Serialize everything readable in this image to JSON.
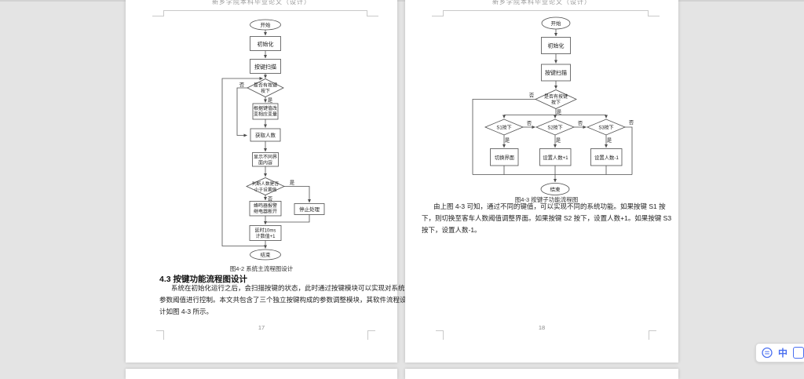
{
  "viewer": {
    "background": "#e4e4e4",
    "accent_blue": "#4a6ff0",
    "translator_toolbar": {
      "lang_label": "中"
    }
  },
  "page_left": {
    "header": "新乡学院本科毕业论文（设计）",
    "figure_caption": "图4-2 系统主流程图设计",
    "section_heading": "4.3 按键功能流程图设计",
    "paragraph_lines": [
      "系统在初始化运行之后，会扫描按键的状态，此时通过按键模块可以实现对系统",
      "参数阈值进行控制。本文共包含了三个独立按键构成的参数调整模块，其软件流程设",
      "计如图 4-3 所示。"
    ],
    "page_number": "17"
  },
  "page_right": {
    "header": "新乡学院本科毕业论文（设计）",
    "figure_caption": "图4-3 按键子功能流程图",
    "paragraph_lines": [
      "由上图 4-3 可知，通过不同的键值，可以实现不同的系统功能。如果按键 S1 按",
      "下，则切换至客车人数阈值调整界面。如果按键 S2 按下，设置人数+1。如果按键 S3",
      "按下，设置人数-1。"
    ],
    "page_number": "18"
  },
  "flow_left": {
    "start": "开始",
    "init": "初始化",
    "scan": "按键扫描",
    "d_key": [
      "是否有按键",
      "按下"
    ],
    "update": [
      "根据键值改",
      "变相应变量"
    ],
    "get": "获取人数",
    "display": [
      "显示不同界",
      "面内容"
    ],
    "d_count": [
      "判断人数是否",
      "小于设置值"
    ],
    "alarm": [
      "蜂鸣器报警",
      "继电器断开"
    ],
    "stop": "停止处理",
    "delay": [
      "延时10ms",
      "计数值+1"
    ],
    "end": "结束",
    "yes": "是",
    "no": "否"
  },
  "flow_right": {
    "start": "开始",
    "init": "初始化",
    "scan": "按键扫描",
    "d_key": [
      "是否有按键",
      "按下"
    ],
    "d_s1": "S1按下",
    "d_s2": "S2按下",
    "d_s3": "S3按下",
    "switch": "切换界面",
    "plus": "设置人数+1",
    "minus": "设置人数-1",
    "end": "结束",
    "yes": "是",
    "no": "否"
  }
}
